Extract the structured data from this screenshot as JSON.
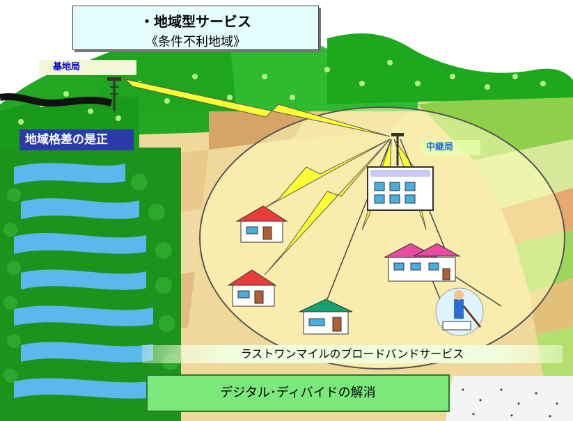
{
  "title": {
    "main": "・地域型サービス",
    "sub": "《条件不利地域》"
  },
  "labels": {
    "base_station": "基地局",
    "relay_station": "中継局",
    "gap_correction": "地域格差の是正",
    "last_mile": "ラストワンマイルのブロードバンドサービス",
    "digital_divide": "デジタル･ディバイドの解消"
  },
  "colors": {
    "title_bg": "#e4fcfc",
    "gap_label_bg": "#2a3aa8",
    "digital_divide_bg": "#7ce87c",
    "radio_link": "#ffff33",
    "mountain": "#22b022",
    "river": "#5bb8ee"
  },
  "icons": [
    "antenna-tower-icon",
    "relay-antenna-icon",
    "lightning-link-icon",
    "house-icon",
    "mansion-icon",
    "farmer-icon"
  ]
}
